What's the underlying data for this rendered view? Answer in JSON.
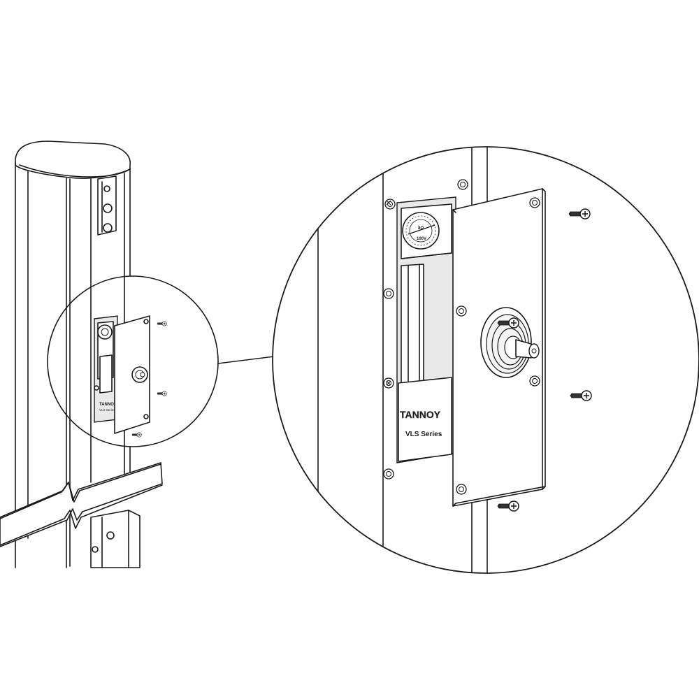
{
  "brand_label": "TANNOY",
  "series_label": "VLS Series",
  "small_brand_label": "TANNOY",
  "small_series_label": "VLS Series",
  "dial": {
    "upper_label": "8Ω",
    "lower_label": "100V"
  },
  "icons": {
    "screw": "phillips-screw-icon",
    "connector": "speakon-connector-icon"
  },
  "colors": {
    "line": "#1a1a1a",
    "panel_fill": "#ffffff",
    "recess_fill": "#e9e9e9"
  }
}
